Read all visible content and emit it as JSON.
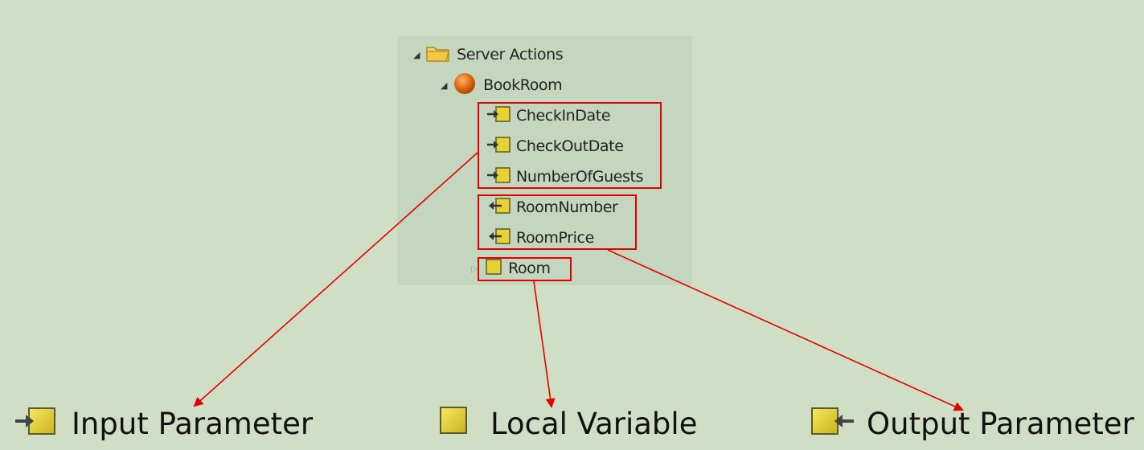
{
  "tree": {
    "root": {
      "label": "Server Actions",
      "icon": "folder-icon"
    },
    "action": {
      "label": "BookRoom",
      "icon": "action-circle-icon"
    },
    "inputs": [
      {
        "label": "CheckInDate",
        "icon": "input-parameter-icon"
      },
      {
        "label": "CheckOutDate",
        "icon": "input-parameter-icon"
      },
      {
        "label": "NumberOfGuests",
        "icon": "input-parameter-icon"
      }
    ],
    "outputs": [
      {
        "label": "RoomNumber",
        "icon": "output-parameter-icon"
      },
      {
        "label": "RoomPrice",
        "icon": "output-parameter-icon"
      }
    ],
    "locals": [
      {
        "label": "Room",
        "icon": "local-variable-icon"
      }
    ]
  },
  "legend": {
    "input": "Input Parameter",
    "local": "Local Variable",
    "output": "Output Parameter"
  },
  "colors": {
    "background": "#cfdec4",
    "panel": "#c4d6bd",
    "highlight_box": "#e00000",
    "icon_fill": "#e6d235",
    "folder": "#f2c94c",
    "action_circle": "#e06a10"
  }
}
